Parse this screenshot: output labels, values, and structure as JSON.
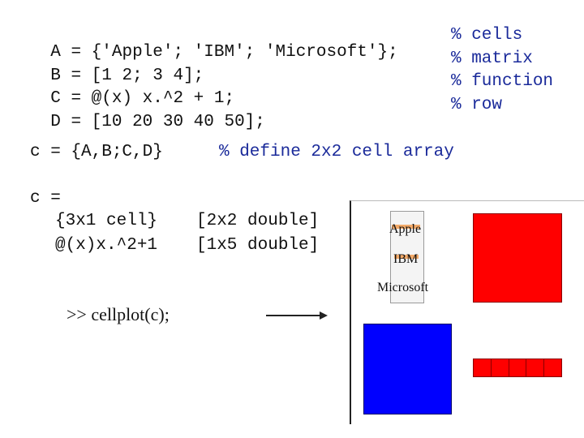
{
  "code": {
    "line_a": {
      "var": "A",
      "eq": "=",
      "expr": "{'Apple'; 'IBM'; 'Microsoft'};",
      "comment": "% cells"
    },
    "line_b": {
      "var": "B",
      "eq": "=",
      "expr": "[1 2; 3 4];",
      "comment": "% matrix"
    },
    "line_c": {
      "var": "C",
      "eq": "=",
      "expr": "@(x) x.^2 + 1;",
      "comment": "% function"
    },
    "line_d": {
      "var": "D",
      "eq": "=",
      "expr": "[10 20 30 40 50];",
      "comment": "% row"
    },
    "cell_def": {
      "stmt": "c = {A,B;C,D}",
      "comment": "% define 2x2 cell array"
    }
  },
  "output": {
    "header": "c =",
    "r1c1": "{3x1 cell}",
    "r1c2": "[2x2 double]",
    "r2c1": "@(x)x.^2+1",
    "r2c2": "[1x5 double]"
  },
  "command": ">> cellplot(c);",
  "plot": {
    "strings": [
      "Apple",
      "IBM",
      "Microsoft"
    ],
    "colors": {
      "red": "#ff0000",
      "blue": "#0000ff",
      "cell_bg": "#f4f4f4",
      "highlight": "#f3a25a"
    }
  }
}
